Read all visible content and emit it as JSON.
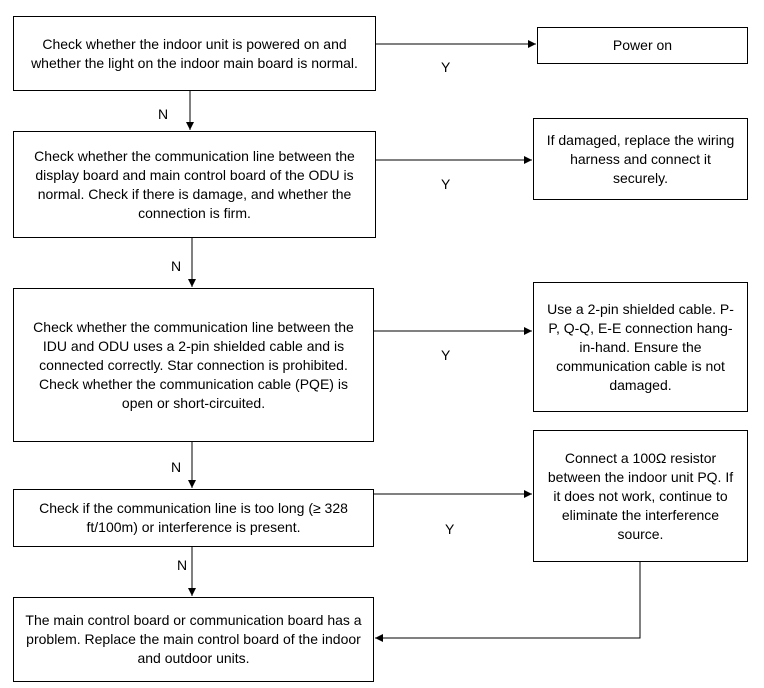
{
  "nodes": {
    "check_power": "Check whether the indoor unit is powered on and whether the light on the indoor main board is normal.",
    "check_display_line": "Check whether the communication line between the display board and main control board of the ODU is normal. Check if there is damage, and whether the connection is firm.",
    "check_idu_odu_line": "Check whether the communication line between the IDU and ODU uses a 2-pin shielded cable and is connected correctly. Star connection is prohibited. Check whether the communication cable (PQE) is open or short-circuited.",
    "check_line_length": "Check if the communication line is too long (≥ 328 ft/100m) or interference is present.",
    "final_action": "The main control board or communication board has a problem. Replace the main control board of the indoor and outdoor units.",
    "result_power": "Power on",
    "result_wiring": "If damaged, replace the wiring harness and connect it securely.",
    "result_cable": "Use a 2-pin shielded cable. P-P, Q-Q, E-E connection hang-in-hand. Ensure the communication cable is not damaged.",
    "result_resistor": "Connect a 100Ω resistor between the indoor unit PQ. If it does not work, continue to eliminate the interference source."
  },
  "edge_labels": {
    "yes": "Y",
    "no": "N"
  },
  "colors": {
    "line": "#000000",
    "box_border": "#000000",
    "background": "#ffffff"
  }
}
